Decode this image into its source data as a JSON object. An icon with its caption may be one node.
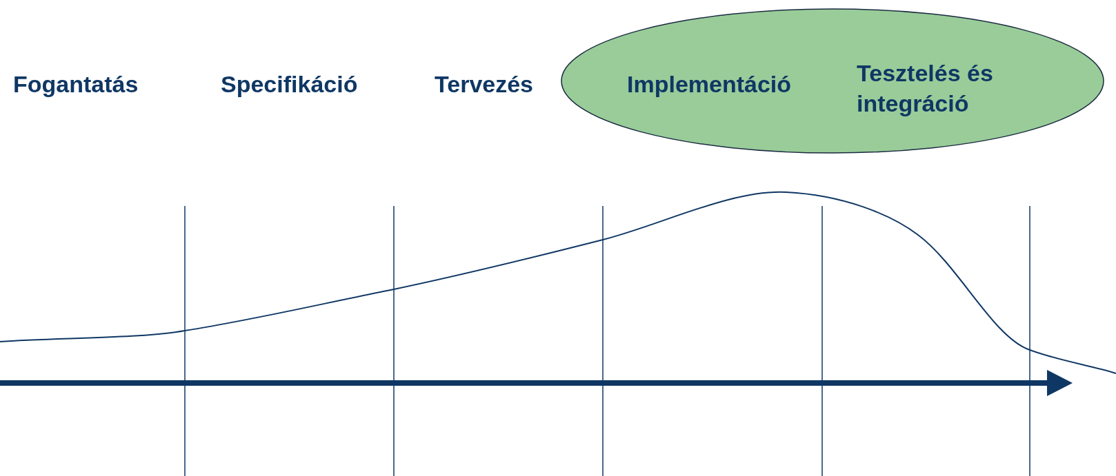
{
  "diagram": {
    "nodes": [
      {
        "text": [
          "Implementáció",
          "Tesztelés és integráció"
        ]
      }
    ],
    "edges": [],
    "labels": [
      "Fogantatás",
      "Specifikáció",
      "Tervezés"
    ]
  }
}
